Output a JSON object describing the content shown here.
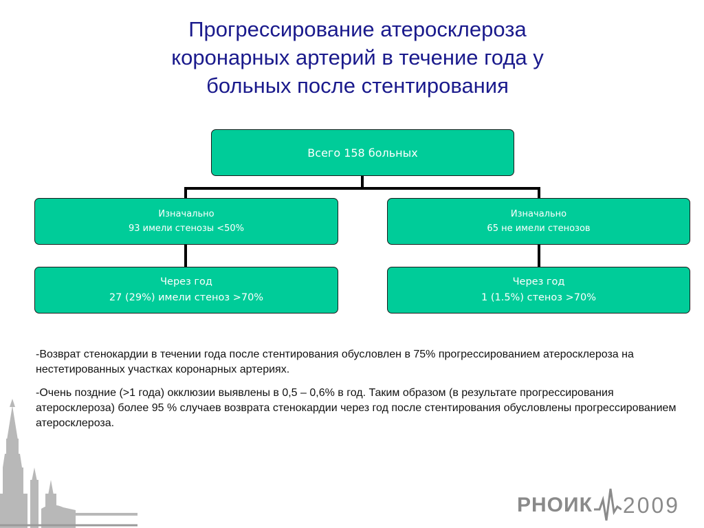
{
  "title": {
    "line1": "Прогрессирование атеросклероза",
    "line2": "коронарных артерий в течение года у",
    "line3": "больных после стентирования"
  },
  "diagram": {
    "root": {
      "text": "Всего 158 больных"
    },
    "left_initial": {
      "line1": "Изначально",
      "line2": "93 имели стенозы <50%"
    },
    "right_initial": {
      "line1": "Изначально",
      "line2": "65 не имели стенозов"
    },
    "left_year": {
      "line1": "Через год",
      "line2": "27 (29%) имели  стеноз >70%"
    },
    "right_year": {
      "line1": "Через год",
      "line2": "1 (1.5%) стеноз >70%"
    },
    "colors": {
      "box_fill": "#00cc99",
      "connector": "#000000"
    }
  },
  "notes": {
    "p1": "-Возврат стенокардии в течении года после стентирования обусловлен в 75% прогрессированием атеросклероза на нестетированных участках коронарных артериях.",
    "p2": "-Очень поздние (>1 года) окклюзии выявлены в 0,5 – 0,6% в год. Таким образом (в результате прогрессирования атеросклероза) более 95 % случаев возврата стенокардии через год после стентирования  обусловлены прогрессированием атеросклероза."
  },
  "logo": {
    "text": "РНОИК",
    "year": "2009",
    "icon": "ecg-pulse-icon"
  },
  "decor": {
    "skyline_icon": "kremlin-tower-silhouette-icon"
  }
}
